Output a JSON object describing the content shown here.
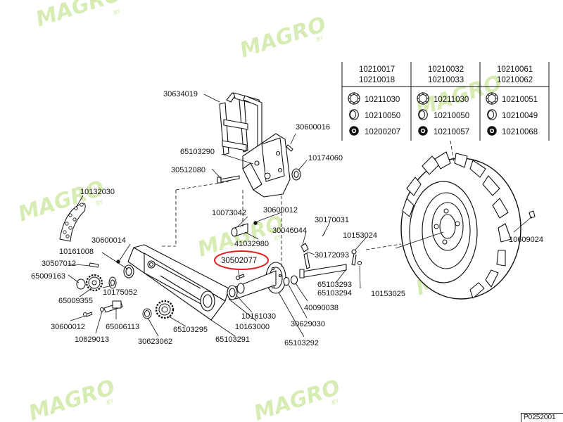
{
  "watermark": {
    "brand": "MAGRO",
    "suffix": ".BY"
  },
  "highlight_color": "#e02020",
  "highlighted_part": "30502077",
  "diagram_code": "P0252001",
  "labels": {
    "p30634019": "30634019",
    "p30600016": "30600016",
    "p65103290": "65103290",
    "p10174060": "10174060",
    "p30512080": "30512080",
    "p10132030": "10132030",
    "p10073042": "10073042",
    "p30600012a": "30600012",
    "p30170031": "30170031",
    "p30046044": "30046044",
    "p10153024": "10153024",
    "p41032980": "41032980",
    "p30172093": "30172093",
    "p30600014": "30600014",
    "p10161008": "10161008",
    "p30507012": "30507012",
    "p65009163": "65009163",
    "p65009355": "65009355",
    "p10175052": "10175052",
    "p30502077": "30502077",
    "p65103293": "65103293",
    "p65103294": "65103294",
    "p10153025": "10153025",
    "p10161030": "10161030",
    "p40090038": "40090038",
    "p10163000": "10163000",
    "p30629030": "30629030",
    "p30600012b": "30600012",
    "p65006113": "65006113",
    "p65103295": "65103295",
    "p10629013": "10629013",
    "p30623062": "30623062",
    "p65103291": "65103291",
    "p65103292": "65103292",
    "p10609024": "10609024"
  },
  "wheel_table": {
    "columns": [
      {
        "header1": "10210017",
        "header2": "10210018",
        "rows": [
          {
            "icon": "tyre-icon",
            "code": "10211030"
          },
          {
            "icon": "rim-ring-icon",
            "code": "10210050"
          },
          {
            "icon": "tube-icon",
            "code": "10200207"
          }
        ]
      },
      {
        "header1": "10210032",
        "header2": "10210033",
        "rows": [
          {
            "icon": "tyre-icon",
            "code": "10211030"
          },
          {
            "icon": "rim-ring-icon",
            "code": "10210050"
          },
          {
            "icon": "tube-icon",
            "code": "10210057"
          }
        ]
      },
      {
        "header1": "10210061",
        "header2": "10210062",
        "rows": [
          {
            "icon": "tyre-icon",
            "code": "10210051"
          },
          {
            "icon": "rim-ring-icon",
            "code": "10210049"
          },
          {
            "icon": "tube-icon",
            "code": "10210068"
          }
        ]
      }
    ]
  }
}
